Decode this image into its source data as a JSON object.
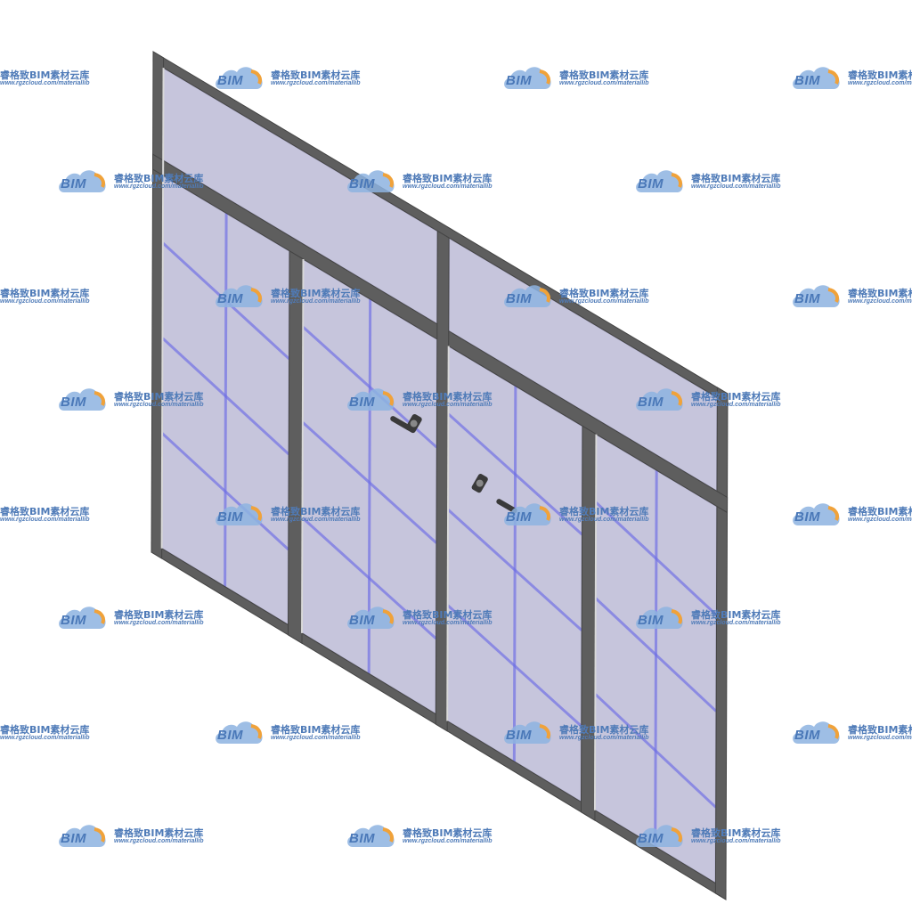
{
  "watermark": {
    "brand": "BIM",
    "name": "睿格致BIM素材云库",
    "url": "www.rgzcloud.com/materiallib"
  },
  "colors": {
    "background": "#ffffff",
    "frame": "#5e5e5e",
    "frame_highlight": "#d9d9d9",
    "glass": "#c6c5dc",
    "glass_edge": "#b4b3cf",
    "reflection": "#6c6ce6",
    "handle": "#3a3a3a",
    "watermark_text": "#4f7bb8",
    "watermark_cloud": "#8db3e0",
    "watermark_accent": "#f0a23a"
  }
}
